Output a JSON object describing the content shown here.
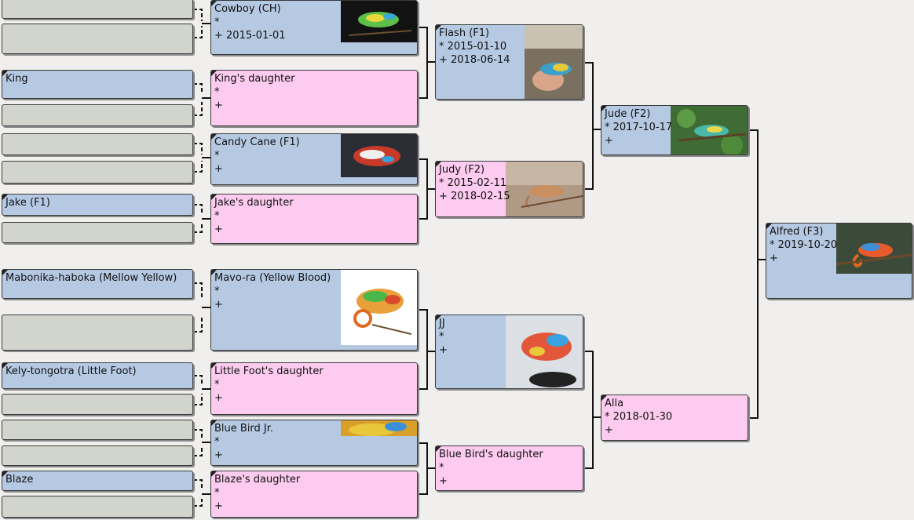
{
  "people": {
    "alfred": {
      "name": "Alfred (F3)",
      "birth": "* 2019-10-20",
      "death": "+",
      "photo": "chameleon-photo"
    },
    "jude": {
      "name": "Jude (F2)",
      "birth": "* 2017-10-17",
      "death": "+",
      "photo": "chameleon-photo"
    },
    "alla": {
      "name": "Alla",
      "birth": "* 2018-01-30",
      "death": "+"
    },
    "flash": {
      "name": "Flash (F1)",
      "birth": "* 2015-01-10",
      "death": "+ 2018-06-14",
      "photo": "chameleon-photo"
    },
    "judy": {
      "name": "Judy (F2)",
      "birth": "* 2015-02-11",
      "death": "+ 2018-02-15",
      "photo": "chameleon-photo"
    },
    "jj": {
      "name": "JJ",
      "birth": "*",
      "death": "+",
      "photo": "chameleon-photo"
    },
    "bluebird_daughter": {
      "name": "Blue Bird's daughter",
      "birth": "*",
      "death": "+"
    },
    "cowboy": {
      "name": "Cowboy (CH)",
      "birth": "*",
      "death": "+ 2015-01-01",
      "photo": "chameleon-photo"
    },
    "kings_daughter": {
      "name": "King's daughter",
      "birth": "*",
      "death": "+"
    },
    "candy_cane": {
      "name": "Candy Cane (F1)",
      "birth": "*",
      "death": "+",
      "photo": "chameleon-photo"
    },
    "jakes_daughter": {
      "name": "Jake's daughter",
      "birth": "*",
      "death": "+"
    },
    "mavo_ra": {
      "name": "Mavo-ra (Yellow Blood)",
      "birth": "*",
      "death": "+",
      "photo": "chameleon-photo"
    },
    "littlefoot_daughter": {
      "name": "Little Foot's daughter",
      "birth": "*",
      "death": "+"
    },
    "bluebird_jr": {
      "name": "Blue Bird Jr.",
      "birth": "*",
      "death": "+",
      "photo": "chameleon-photo"
    },
    "blazes_daughter": {
      "name": "Blaze's daughter",
      "birth": "*",
      "death": "+"
    },
    "king": {
      "name": "King"
    },
    "jake": {
      "name": "Jake (F1)"
    },
    "mabonika": {
      "name": "Mabonika-haboka (Mellow Yellow)"
    },
    "kely": {
      "name": "Kely-tongotra (Little Foot)"
    },
    "blaze": {
      "name": "Blaze"
    }
  },
  "colors": {
    "male": "#b6c9e3",
    "female": "#fccbef",
    "unknown": "#d2d5cd",
    "background": "#f0efed",
    "connector": "#111111"
  }
}
